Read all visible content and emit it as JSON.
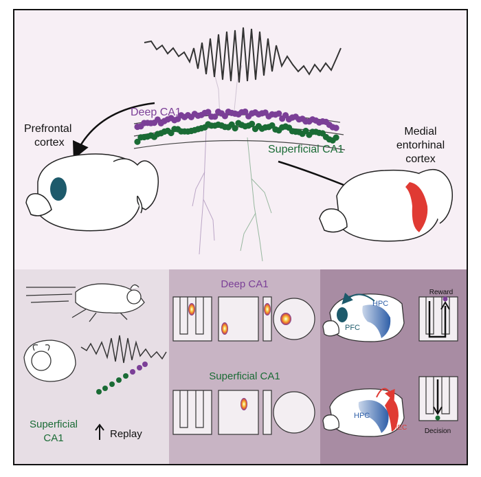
{
  "top": {
    "prefrontal": [
      "Prefrontal",
      "cortex"
    ],
    "medial": [
      "Medial",
      "entorhinal",
      "cortex"
    ],
    "deep_ca1": "Deep CA1",
    "superficial_ca1": "Superficial CA1"
  },
  "panel_left": {
    "superficial": [
      "Superficial",
      "CA1"
    ],
    "replay": "Replay"
  },
  "panel_middle": {
    "deep_ca1": "Deep CA1",
    "superficial_ca1": "Superficial CA1"
  },
  "panel_right": {
    "pfc": "PFC",
    "hpc_top": "HPC",
    "hpc_bottom": "HPC",
    "mec": "MEC",
    "reward": "Reward",
    "decision": "Decision"
  },
  "colors": {
    "deep": "#7b3f97",
    "superficial": "#1a6b35",
    "pfc": "#1d5a6b",
    "hpc": "#2f5fa8",
    "mec": "#e03a33",
    "top_bg": "#f7eff5",
    "left_panel_bg": "#e7dee5",
    "middle_panel_bg": "#c8b4c4",
    "right_panel_bg": "#a88ca3"
  }
}
